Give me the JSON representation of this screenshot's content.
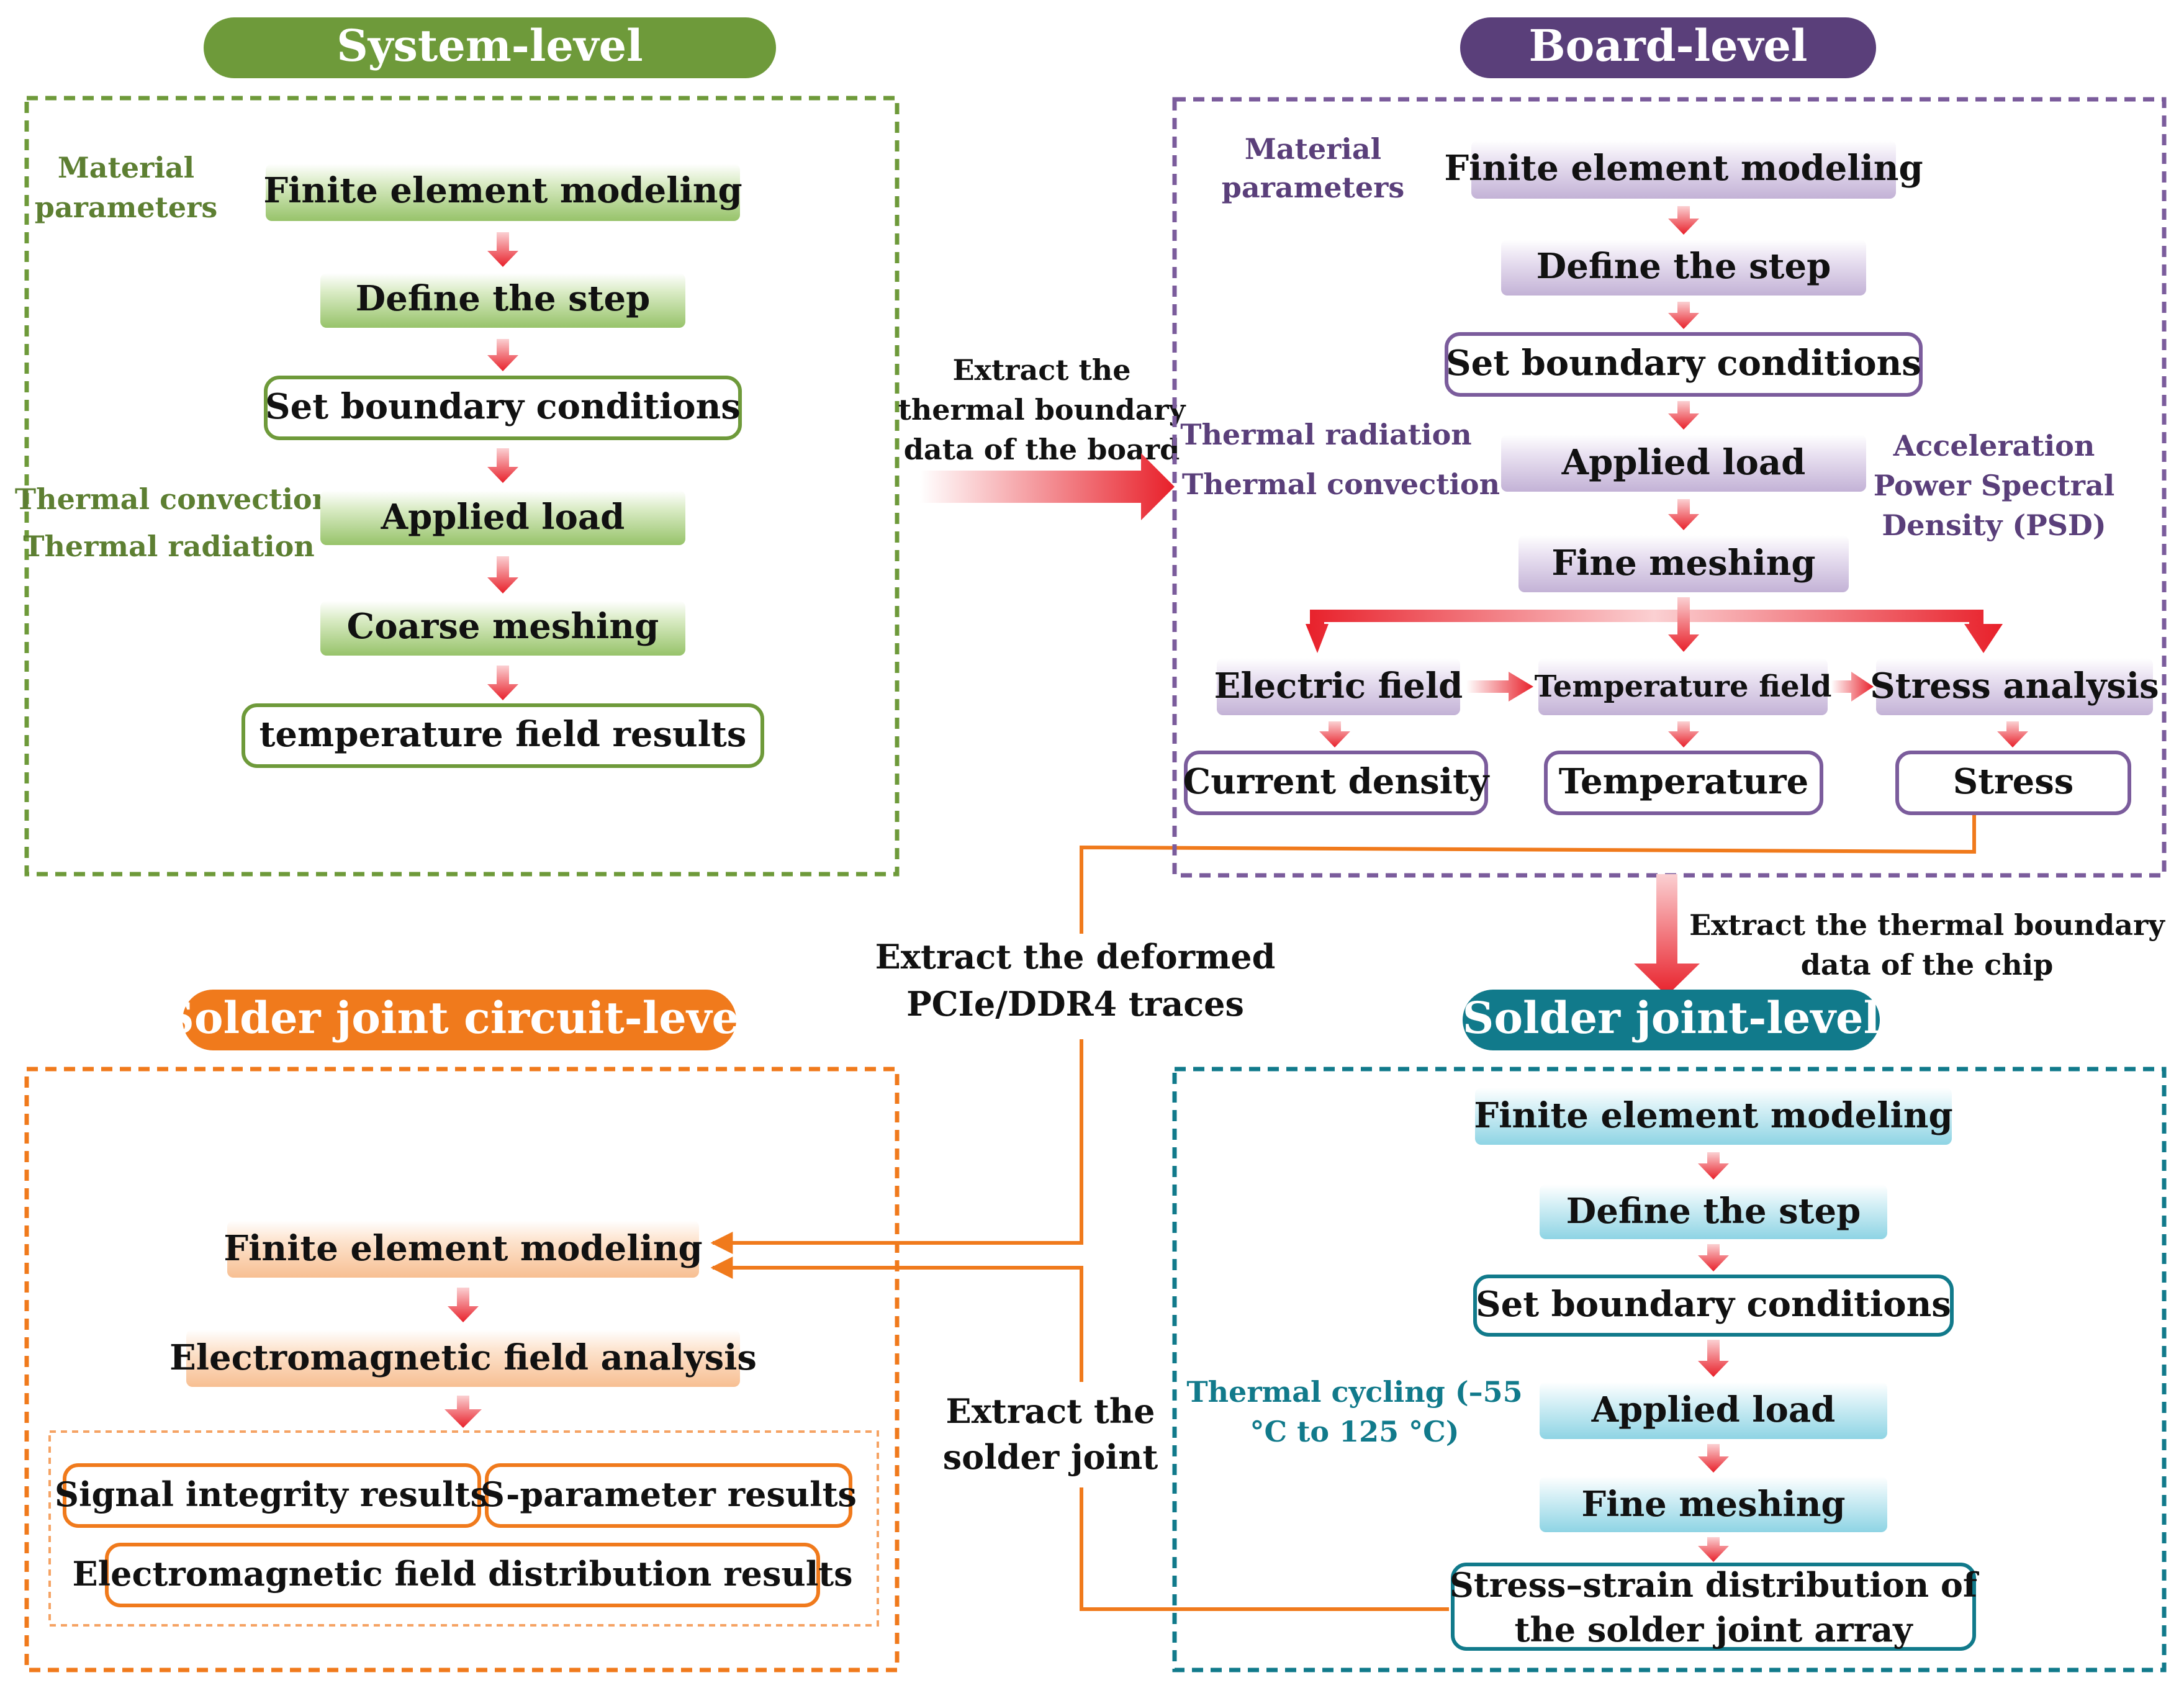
{
  "panels": {
    "system": {
      "title": "System-level",
      "side_labels": [
        "Material",
        "parameters",
        "Thermal convection",
        "Thermal radiation"
      ],
      "steps": [
        "Finite element modeling",
        "Define the step",
        "Set boundary conditions",
        "Applied load",
        "Coarse meshing",
        "temperature field results"
      ]
    },
    "board": {
      "title": "Board-level",
      "side_labels": [
        "Material",
        "parameters",
        "Thermal radiation",
        "Thermal convection",
        "Acceleration",
        "Power Spectral",
        "Density (PSD)"
      ],
      "steps": [
        "Finite element modeling",
        "Define the step",
        "Set boundary conditions",
        "Applied load",
        "Fine meshing"
      ],
      "fields": [
        "Electric field",
        "Temperature field",
        "Stress analysis"
      ],
      "results": [
        "Current density",
        "Temperature",
        "Stress"
      ]
    },
    "circuit": {
      "title": "Solder joint circuit-level",
      "steps": [
        "Finite element modeling",
        "Electromagnetic field analysis"
      ],
      "results": [
        "Signal integrity results",
        "S-parameter results",
        "Electromagnetic field distribution results"
      ]
    },
    "joint": {
      "title": "Solder joint-level",
      "side_labels": [
        "Thermal cycling (–55",
        "°C to 125 °C)"
      ],
      "steps": [
        "Finite element modeling",
        "Define the step",
        "Set boundary conditions",
        "Applied load",
        "Fine meshing"
      ],
      "result": [
        "Stress–strain distribution of",
        "the solder joint array"
      ]
    }
  },
  "links": {
    "system_to_board": [
      "Extract the",
      "thermal boundary",
      "data of the board"
    ],
    "board_to_joint": [
      "Extract the thermal boundary",
      "data of the chip"
    ],
    "deformed_traces": [
      "Extract the deformed",
      "PCIe/DDR4 traces"
    ],
    "solder_joint": [
      "Extract the",
      "solder joint"
    ]
  },
  "colors": {
    "system": "#6e9a3a",
    "board": "#5a3f7a",
    "circuit": "#f07a1c",
    "joint": "#117a8b",
    "arrow_red": "#e8202a",
    "link_orange": "#f07a1c"
  }
}
